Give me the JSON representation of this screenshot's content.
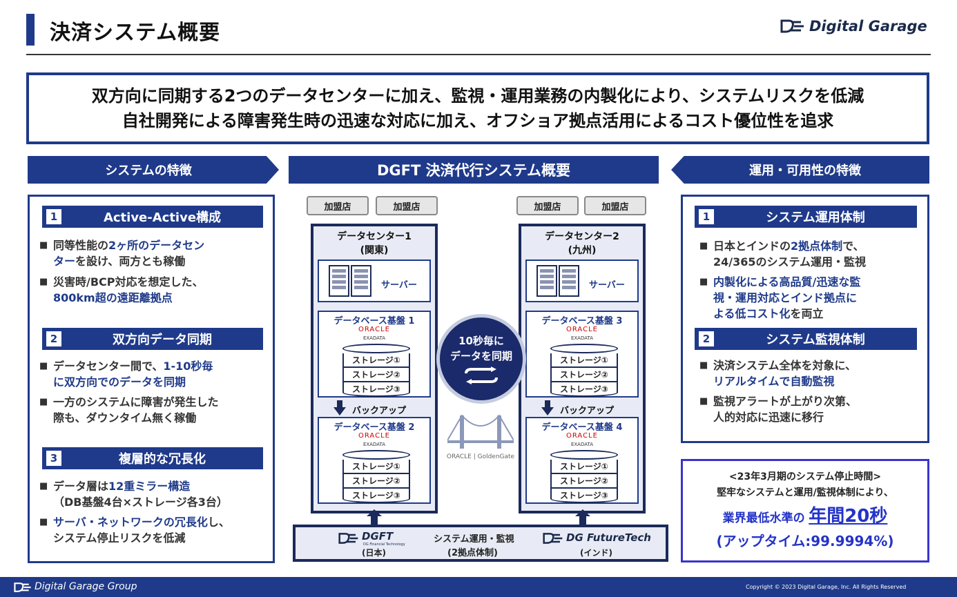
{
  "header": {
    "title": "決済システム概要",
    "logo_text": "Digital Garage"
  },
  "message": {
    "line1": "双方向に同期する2つのデータセンターに加え、監視・運用業務の内製化により、システムリスクを低減",
    "line2": "自社開発による障害発生時の迅速な対応に加え、オフショア拠点活用によるコスト優位性を追求"
  },
  "left": {
    "header": "システムの特徴",
    "sections": [
      {
        "num": "1",
        "title": "Active-Active構成",
        "bullets": [
          {
            "pre": "同等性能の",
            "hl": "2ヶ所のデータセン",
            "hl2": "ター",
            "post": "を設け、両方とも稼働"
          },
          {
            "pre": "災害時/BCP対応を想定した、",
            "hl": "800km超の遠距離拠点",
            "post": ""
          }
        ]
      },
      {
        "num": "2",
        "title": "双方向データ同期",
        "bullets": [
          {
            "pre": "データセンター間で、",
            "hl": "1-10秒毎",
            "hl2": "に双方向でのデータを同期",
            "post": ""
          },
          {
            "pre": "一方のシステムに障害が発生した",
            "post": "際も、ダウンタイム無く稼働"
          }
        ]
      },
      {
        "num": "3",
        "title": "複層的な冗長化",
        "bullets": [
          {
            "pre": "データ層は",
            "hl": "12重ミラー構造",
            "post": "（DB基盤4台×ストレージ各3台）"
          },
          {
            "hl": "サーバ・ネットワークの冗長化",
            "pre": "し、",
            "post": "システム停止リスクを低減"
          }
        ]
      }
    ]
  },
  "center": {
    "header": "DGFT 決済代行システム概要",
    "shop_label": "加盟店",
    "dc1": {
      "name": "データセンター1",
      "loc": "(関東)",
      "db_a": "データベース基盤 1",
      "db_b": "データベース基盤 2"
    },
    "dc2": {
      "name": "データセンター2",
      "loc": "(九州)",
      "db_a": "データベース基盤 3",
      "db_b": "データベース基盤 4"
    },
    "server": "サーバー",
    "oracle": "ORACLE",
    "exadata": "EXADATA",
    "storage": [
      "ストレージ①",
      "ストレージ②",
      "ストレージ③"
    ],
    "backup": "バックアップ",
    "sync": {
      "line1": "10秒毎に",
      "line2": "データを同期"
    },
    "goldengate": "ORACLE | GoldenGate",
    "ops": {
      "dgft": "DGFT",
      "dgft_sub": "DG Financial Technology",
      "dgft_loc": "(日本)",
      "center1": "システム運用・監視",
      "center2": "(2拠点体制)",
      "futuretech": "DG FutureTech",
      "futuretech_loc": "(インド)"
    }
  },
  "right": {
    "header": "運用・可用性の特徴",
    "sections": [
      {
        "num": "1",
        "title": "システム運用体制",
        "b1_pre": "日本とインドの",
        "b1_hl": "2拠点体制",
        "b1_post": "で、",
        "b1_line2": "24/365のシステム運用・監視",
        "b2_l1": "内製化による高品質/迅速な監",
        "b2_l2": "視・運用対応とインド拠点に",
        "b2_l3_hl": "よる低コスト化",
        "b2_l3_post": "を両立"
      },
      {
        "num": "2",
        "title": "システム監視体制",
        "b1_l1": "決済システム全体を対象に、",
        "b1_l2": "リアルタイムで自動監視",
        "b2_l1": "監視アラートが上がり次第、",
        "b2_l2": "人的対応に迅速に移行"
      }
    ]
  },
  "stop": {
    "title": "<23年3月期のシステム停止時間>",
    "line2": "堅牢なシステムと運用/監視体制により、",
    "label": "業界最低水準の",
    "value": "年間20秒",
    "uptime": "(アップタイム:99.9994%)"
  },
  "footer": {
    "group": "Digital Garage Group",
    "copyright": "Copyright © 2023 Digital Garage, Inc. All Rights Reserved"
  },
  "colors": {
    "navy": "#1f3a8a",
    "dark_navy": "#1b2a5a",
    "stop_border": "#3a33cc"
  }
}
